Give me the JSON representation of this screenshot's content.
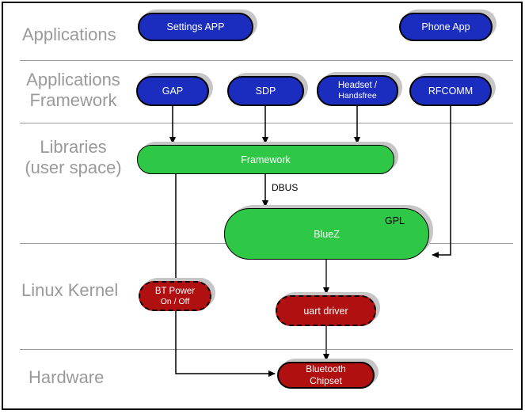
{
  "layers": [
    {
      "id": "applications",
      "lines": [
        "Applications"
      ]
    },
    {
      "id": "applications-framework",
      "lines": [
        "Applications",
        "Framework"
      ]
    },
    {
      "id": "libraries-user-space",
      "lines": [
        "Libraries",
        "(user space)"
      ]
    },
    {
      "id": "linux-kernel",
      "lines": [
        "Linux Kernel"
      ]
    },
    {
      "id": "hardware",
      "lines": [
        "Hardware"
      ]
    }
  ],
  "nodes": {
    "settings_app": {
      "label": "Settings APP"
    },
    "phone_app": {
      "label": "Phone App"
    },
    "gap": {
      "label": "GAP"
    },
    "sdp": {
      "label": "SDP"
    },
    "headset": {
      "line1": "Headset /",
      "line2": "Handsfree"
    },
    "rfcomm": {
      "label": "RFCOMM"
    },
    "framework": {
      "label": "Framework"
    },
    "bluez": {
      "label": "BlueZ",
      "tag": "GPL"
    },
    "bt_power": {
      "line1": "BT Power",
      "line2": "On / Off"
    },
    "uart_driver": {
      "label": "uart driver"
    },
    "bluetooth_chipset": {
      "line1": "Bluetooth",
      "line2": "Chipset"
    }
  },
  "edges": {
    "dbus_label": "DBUS"
  },
  "colors": {
    "app_node_blue": "#1b2dbe",
    "userspace_green": "#2ec846",
    "kernel_red": "#b01010",
    "layer_label_gray": "#9a9a9a",
    "divider_gray": "#9a9a9a",
    "shadow_gray": "#c6c6c6",
    "connector_black": "#000000",
    "connector_gray": "#595959"
  }
}
